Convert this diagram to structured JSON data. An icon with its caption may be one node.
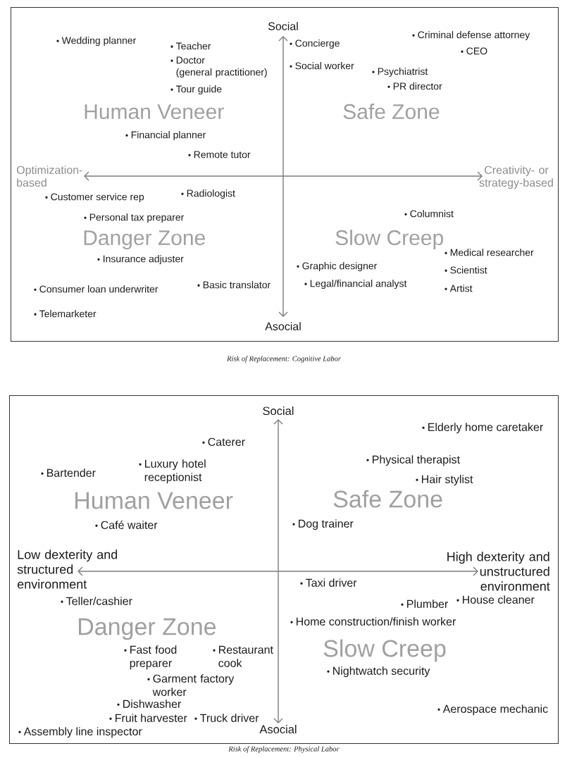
{
  "diagram": {
    "nodes": [
      {
        "text": [
          "Social",
          "Wedding planner",
          "Criminal defense attorney",
          "Teacher",
          "Concierge",
          "CEO",
          "Doctor (general practitioner)",
          "Social worker",
          "Psychiatrist",
          "Tour guide",
          "PR director",
          "Human Veneer",
          "Safe Zone",
          "Financial planner",
          "Remote tutor",
          "Optimization-based",
          "Creativity- or strategy-based",
          "Customer service rep",
          "Radiologist",
          "Personal tax preparer",
          "Columnist",
          "Danger Zone",
          "Slow Creep",
          "Insurance adjuster",
          "Medical researcher",
          "Graphic designer",
          "Scientist",
          "Consumer loan underwriter",
          "Basic translator",
          "Legal/financial analyst",
          "Artist",
          "Telemarketer",
          "Asocial"
        ],
        "beside": [
          "Risk of Replacement: Cognitive Labor"
        ]
      },
      {
        "text": [
          "Social",
          "Elderly home caretaker",
          "Caterer",
          "Bartender",
          "Luxury hotel receptionist",
          "Physical therapist",
          "Hair stylist",
          "Human Veneer",
          "Safe Zone",
          "Café waiter",
          "Dog trainer",
          "Low dexterity and structured environment",
          "Taxi driver",
          "High dexterity and unstructured environment",
          "Teller/cashier",
          "Plumber",
          "House cleaner",
          "Danger Zone",
          "Home construction/finish worker",
          "Fast food preparer",
          "Restaurant cook",
          "Slow Creep",
          "Garment factory worker",
          "Nightwatch security",
          "Dishwasher",
          "Fruit harvester",
          "Truck driver",
          "Aerospace mechanic",
          "Assembly line inspector",
          "Asocial"
        ],
        "beside": [
          "Risk of Replacement: Physical Labor"
        ]
      }
    ]
  }
}
